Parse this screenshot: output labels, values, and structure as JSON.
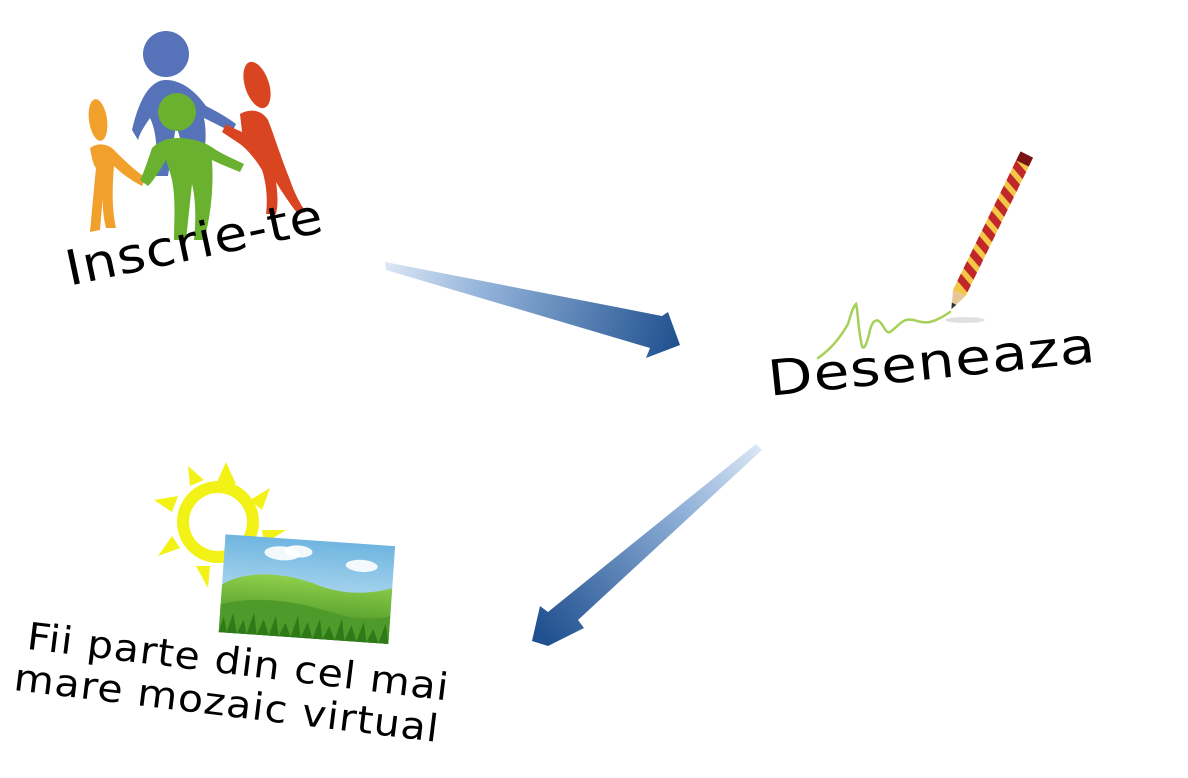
{
  "steps": [
    {
      "id": "register",
      "label": "Inscrie-te",
      "icon": "people-circle-icon"
    },
    {
      "id": "draw",
      "label": "Deseneaza",
      "icon": "pencil-icon"
    },
    {
      "id": "join",
      "label_lines": [
        "Fii parte din cel mai",
        "mare mozaic virtual"
      ],
      "icon": "landscape-sun-icon"
    }
  ],
  "colors": {
    "arrow_dark": "#20508f",
    "arrow_light": "#dbe7f5",
    "person_blue": "#5672b8",
    "person_green": "#69b12f",
    "person_orange": "#f2a02c",
    "person_red": "#d94520",
    "sun": "#f2f216",
    "pencil_red": "#c0262a",
    "pencil_yellow": "#f4c846",
    "scribble": "#a6d158",
    "sky": "#9ed0ea",
    "grass": "#4e9a2a"
  }
}
